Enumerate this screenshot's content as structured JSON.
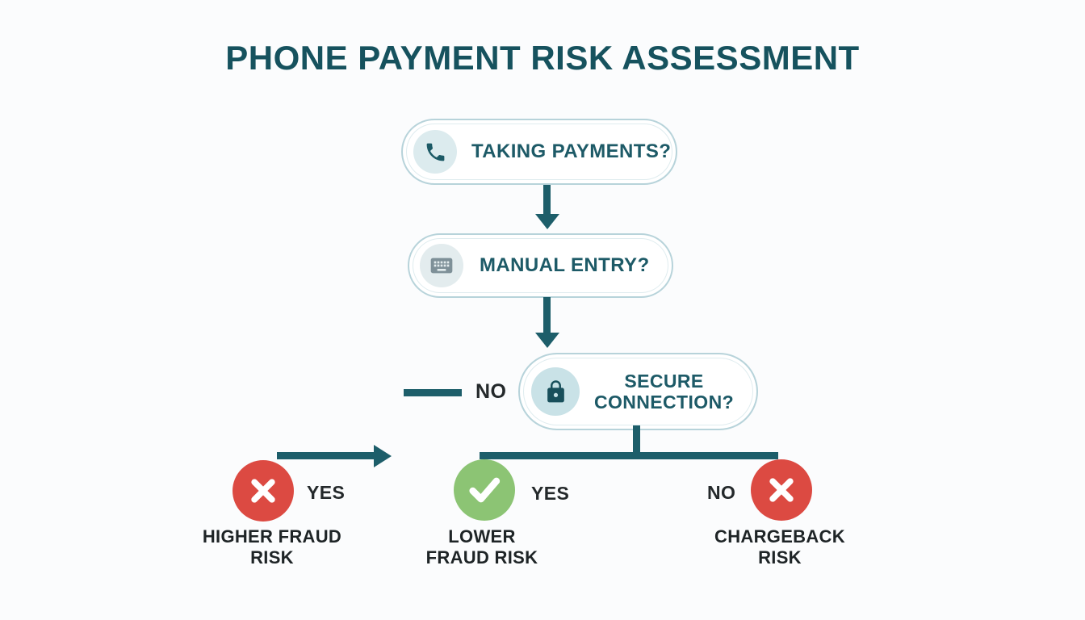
{
  "title": "PHONE PAYMENT RISK ASSESSMENT",
  "flow": {
    "node1": {
      "label": "TAKING PAYMENTS?",
      "icon": "phone-icon"
    },
    "node2": {
      "label": "MANUAL ENTRY?",
      "icon": "keyboard-icon"
    },
    "node3": {
      "label": "SECURE CONNECTION?",
      "icon": "lock-icon"
    },
    "no_branch_label": "NO"
  },
  "outcomes": {
    "higher_fraud": {
      "answer": "YES",
      "icon": "x-circle-icon",
      "result_line1": "HIGHER FRAUD",
      "result_line2": "RISK"
    },
    "lower_fraud": {
      "answer": "YES",
      "icon": "check-circle-icon",
      "result_line1": "LOWER",
      "result_line2": "FRAUD RISK"
    },
    "chargeback": {
      "answer": "NO",
      "icon": "x-circle-icon",
      "result_line1": "CHARGEBACK",
      "result_line2": "RISK"
    }
  },
  "colors": {
    "title_teal": "#16525e",
    "connector_teal": "#1d5e6a",
    "risk_red": "#dc4a42",
    "safe_green": "#8cc474"
  }
}
